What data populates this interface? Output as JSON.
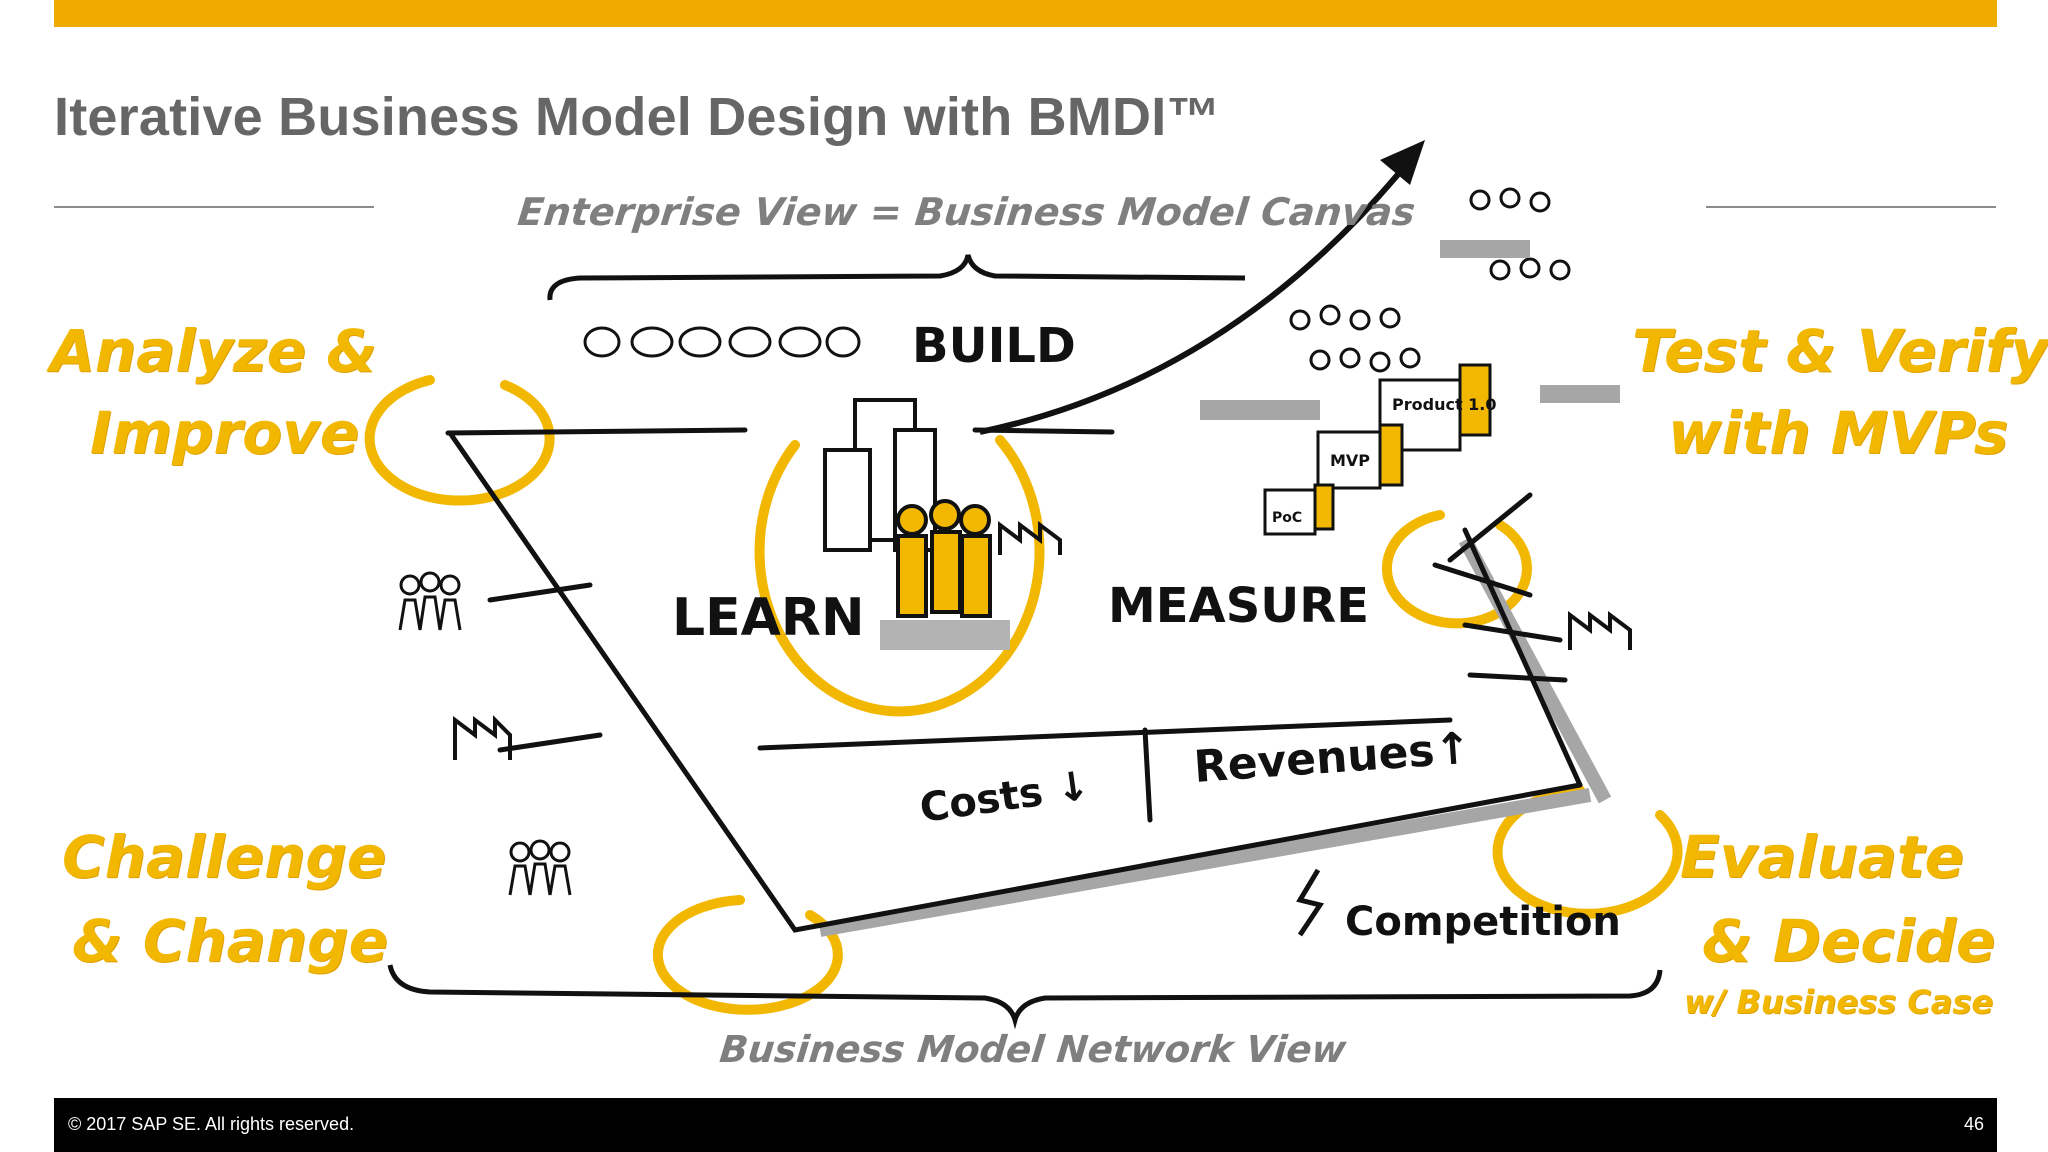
{
  "slide": {
    "title": "Iterative Business Model Design with BMDI™",
    "accent_color": "#f0ab00",
    "phase_color": "#f2b700",
    "sketch_gray": "#7f7f7f"
  },
  "sketch": {
    "top_label": "Enterprise View = Business Model Canvas",
    "bottom_label": "Business Model Network View",
    "build": "BUILD",
    "learn": "LEARN",
    "measure": "MEASURE",
    "costs": "Costs ↓",
    "revenues": "Revenues↑",
    "competition": "Competition",
    "product_box": "Product 1.0",
    "mvp_box": "MVP",
    "poc_box": "PoC"
  },
  "phases": {
    "analyze_line1": "Analyze  &",
    "analyze_line2": "Improve",
    "test_line1": "Test & Verify",
    "test_line2": "with MVPs",
    "challenge_line1": "Challenge",
    "challenge_line2": "& Change",
    "evaluate_line1": "Evaluate",
    "evaluate_line2": "& Decide",
    "evaluate_line3": "w/ Business Case"
  },
  "footer": {
    "copyright": "©  2017 SAP SE. All rights reserved.",
    "page_number": "46"
  }
}
